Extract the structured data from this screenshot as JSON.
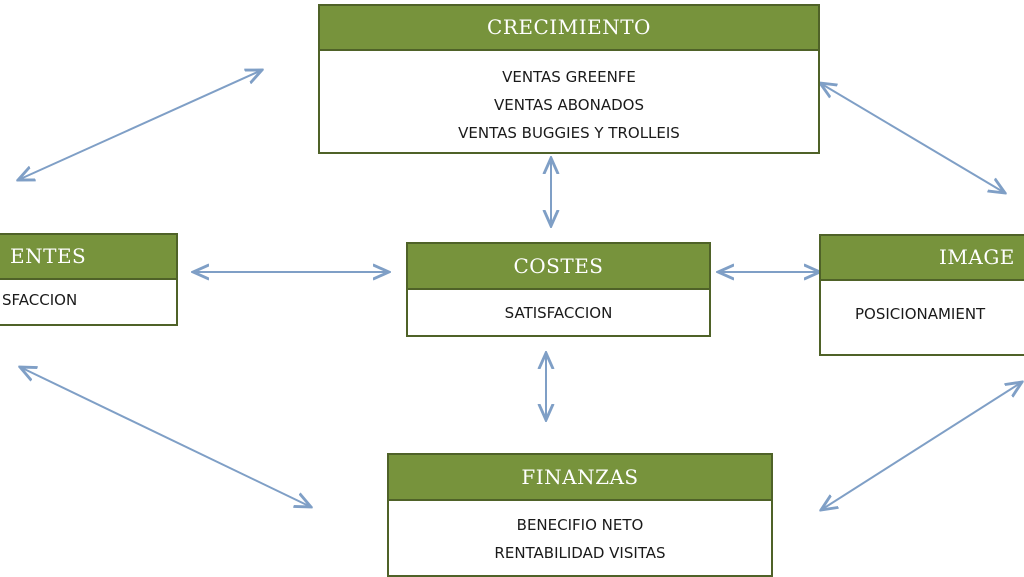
{
  "colors": {
    "header_fill": "#77933c",
    "border": "#4f6228",
    "arrow": "#7f9fc6"
  },
  "boxes": {
    "crecimiento": {
      "title": "CRECIMIENTO",
      "items": [
        "VENTAS GREENFE",
        "VENTAS ABONADOS",
        "VENTAS BUGGIES Y TROLLEIS"
      ]
    },
    "clientes": {
      "title": "ENTES",
      "items": [
        "SFACCION"
      ]
    },
    "costes": {
      "title": "COSTES",
      "items": [
        "SATISFACCION"
      ]
    },
    "imagen": {
      "title": "IMAGE",
      "items": [
        "POSICIONAMIENT"
      ]
    },
    "finanzas": {
      "title": "FINANZAS",
      "items": [
        "BENECIFIO NETO",
        "RENTABILIDAD VISITAS"
      ]
    }
  }
}
